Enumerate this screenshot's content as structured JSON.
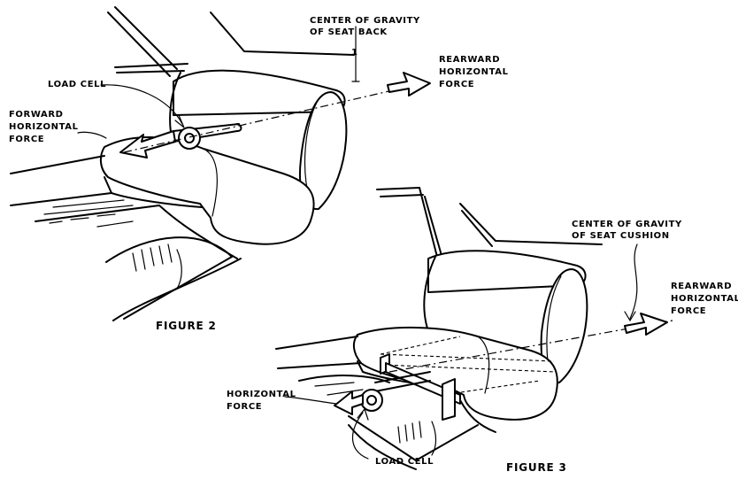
{
  "figure2": {
    "caption": "FIGURE 2",
    "labels": {
      "cg_seat_back_line1": "CENTER OF GRAVITY",
      "cg_seat_back_line2": "OF SEAT BACK",
      "cg_marker": "1",
      "rearward_line1": "REARWARD",
      "rearward_line2": "HORIZONTAL",
      "rearward_line3": "FORCE",
      "load_cell": "LOAD CELL",
      "forward_line1": "FORWARD",
      "forward_line2": "HORIZONTAL",
      "forward_line3": "FORCE"
    }
  },
  "figure3": {
    "caption": "FIGURE 3",
    "labels": {
      "cg_seat_cushion_line1": "CENTER OF GRAVITY",
      "cg_seat_cushion_line2": "OF SEAT CUSHION",
      "rearward_line1": "REARWARD",
      "rearward_line2": "HORIZONTAL",
      "rearward_line3": "FORCE",
      "horizontal_line1": "HORIZONTAL",
      "horizontal_line2": "FORCE",
      "load_cell": "LOAD CELL"
    }
  }
}
